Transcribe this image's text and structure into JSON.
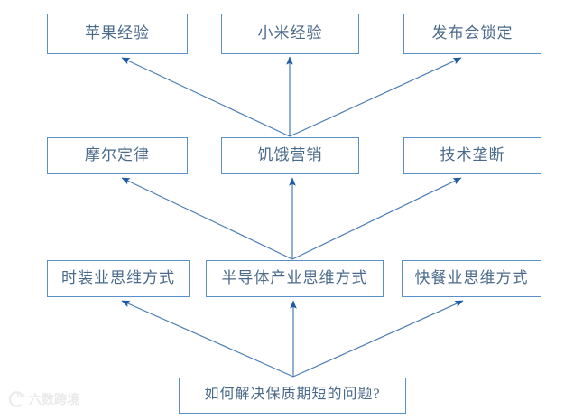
{
  "diagram": {
    "type": "hierarchical-flowchart",
    "direction": "bottom-up",
    "colors": {
      "node_border": "#5b8fc7",
      "node_fill": "#ffffff",
      "node_text": "#4a6a8a",
      "arrow_line": "#4a7cb4",
      "arrow_head": "#1f5aa6",
      "background": "#ffffff",
      "watermark_text": "#b9b9b9"
    },
    "rows": [
      {
        "row": 1,
        "nodes": [
          {
            "id": "apple-experience",
            "label": "苹果经验"
          },
          {
            "id": "xiaomi-experience",
            "label": "小米经验"
          },
          {
            "id": "launch-lock",
            "label": "发布会锁定"
          }
        ]
      },
      {
        "row": 2,
        "nodes": [
          {
            "id": "moores-law",
            "label": "摩尔定律"
          },
          {
            "id": "hunger-marketing",
            "label": "饥饿营销"
          },
          {
            "id": "tech-monopoly",
            "label": "技术垄断"
          }
        ]
      },
      {
        "row": 3,
        "nodes": [
          {
            "id": "fashion-mindset",
            "label": "时装业思维方式"
          },
          {
            "id": "semiconductor-mindset",
            "label": "半导体产业思维方式"
          },
          {
            "id": "fastfood-mindset",
            "label": "快餐业思维方式"
          }
        ]
      },
      {
        "row": 4,
        "nodes": [
          {
            "id": "root-question",
            "label": "如何解决保质期短的问题?"
          }
        ]
      }
    ],
    "edges": [
      {
        "from": "hunger-marketing",
        "to": "apple-experience",
        "arrow": "end"
      },
      {
        "from": "hunger-marketing",
        "to": "xiaomi-experience",
        "arrow": "end"
      },
      {
        "from": "hunger-marketing",
        "to": "launch-lock",
        "arrow": "end"
      },
      {
        "from": "semiconductor-mindset",
        "to": "moores-law",
        "arrow": "end"
      },
      {
        "from": "semiconductor-mindset",
        "to": "hunger-marketing",
        "arrow": "end"
      },
      {
        "from": "semiconductor-mindset",
        "to": "tech-monopoly",
        "arrow": "end"
      },
      {
        "from": "root-question",
        "to": "fashion-mindset",
        "arrow": "end"
      },
      {
        "from": "root-question",
        "to": "semiconductor-mindset",
        "arrow": "end"
      },
      {
        "from": "root-question",
        "to": "fastfood-mindset",
        "arrow": "end"
      }
    ]
  },
  "watermark": {
    "logo_icon": "circular-smiley-logo-icon",
    "text": "六数跨境"
  }
}
